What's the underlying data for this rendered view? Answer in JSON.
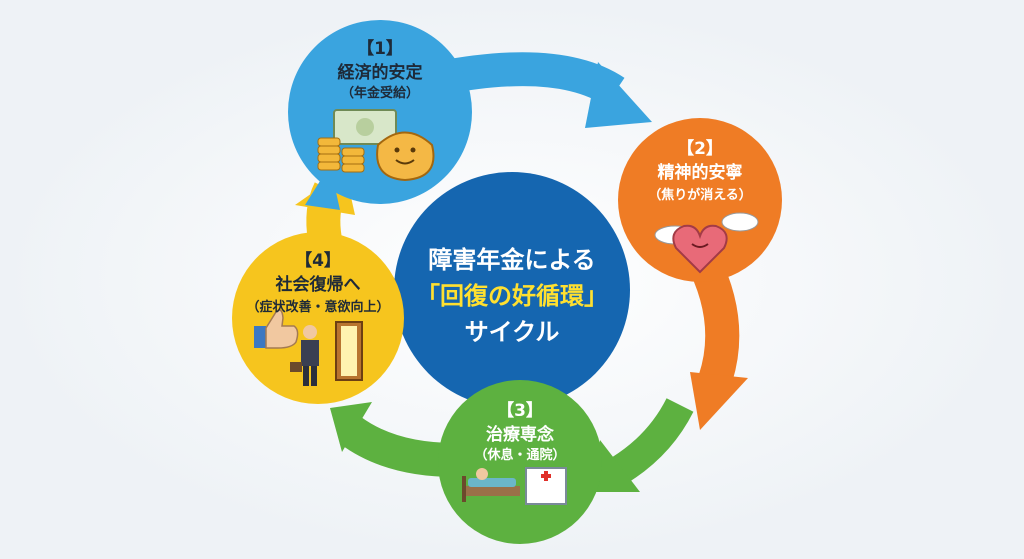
{
  "center": {
    "line1": "障害年金による",
    "line2": "「回復の好循環」",
    "line3": "サイクル"
  },
  "steps": [
    {
      "num": "【1】",
      "title": "経済的安定",
      "sub": "（年金受給）",
      "color": "#3aa4df"
    },
    {
      "num": "【2】",
      "title": "精神的安寧",
      "sub": "（焦りが消える）",
      "color": "#ef7c25"
    },
    {
      "num": "【3】",
      "title": "治療専念",
      "sub": "（休息・通院）",
      "color": "#5db140"
    },
    {
      "num": "【4】",
      "title": "社会復帰へ",
      "sub": "（症状改善・意欲向上）",
      "color": "#f6c51e"
    }
  ],
  "colors": {
    "center": "#1566b0",
    "blue": "#3aa4df",
    "orange": "#ef7c25",
    "green": "#5db140",
    "yellow": "#f6c51e"
  },
  "icons": [
    "money-coins-icon",
    "smiling-purse-icon",
    "heart-cloud-icon",
    "hospital-bed-icon",
    "thumbs-up-icon",
    "businessman-door-icon"
  ]
}
